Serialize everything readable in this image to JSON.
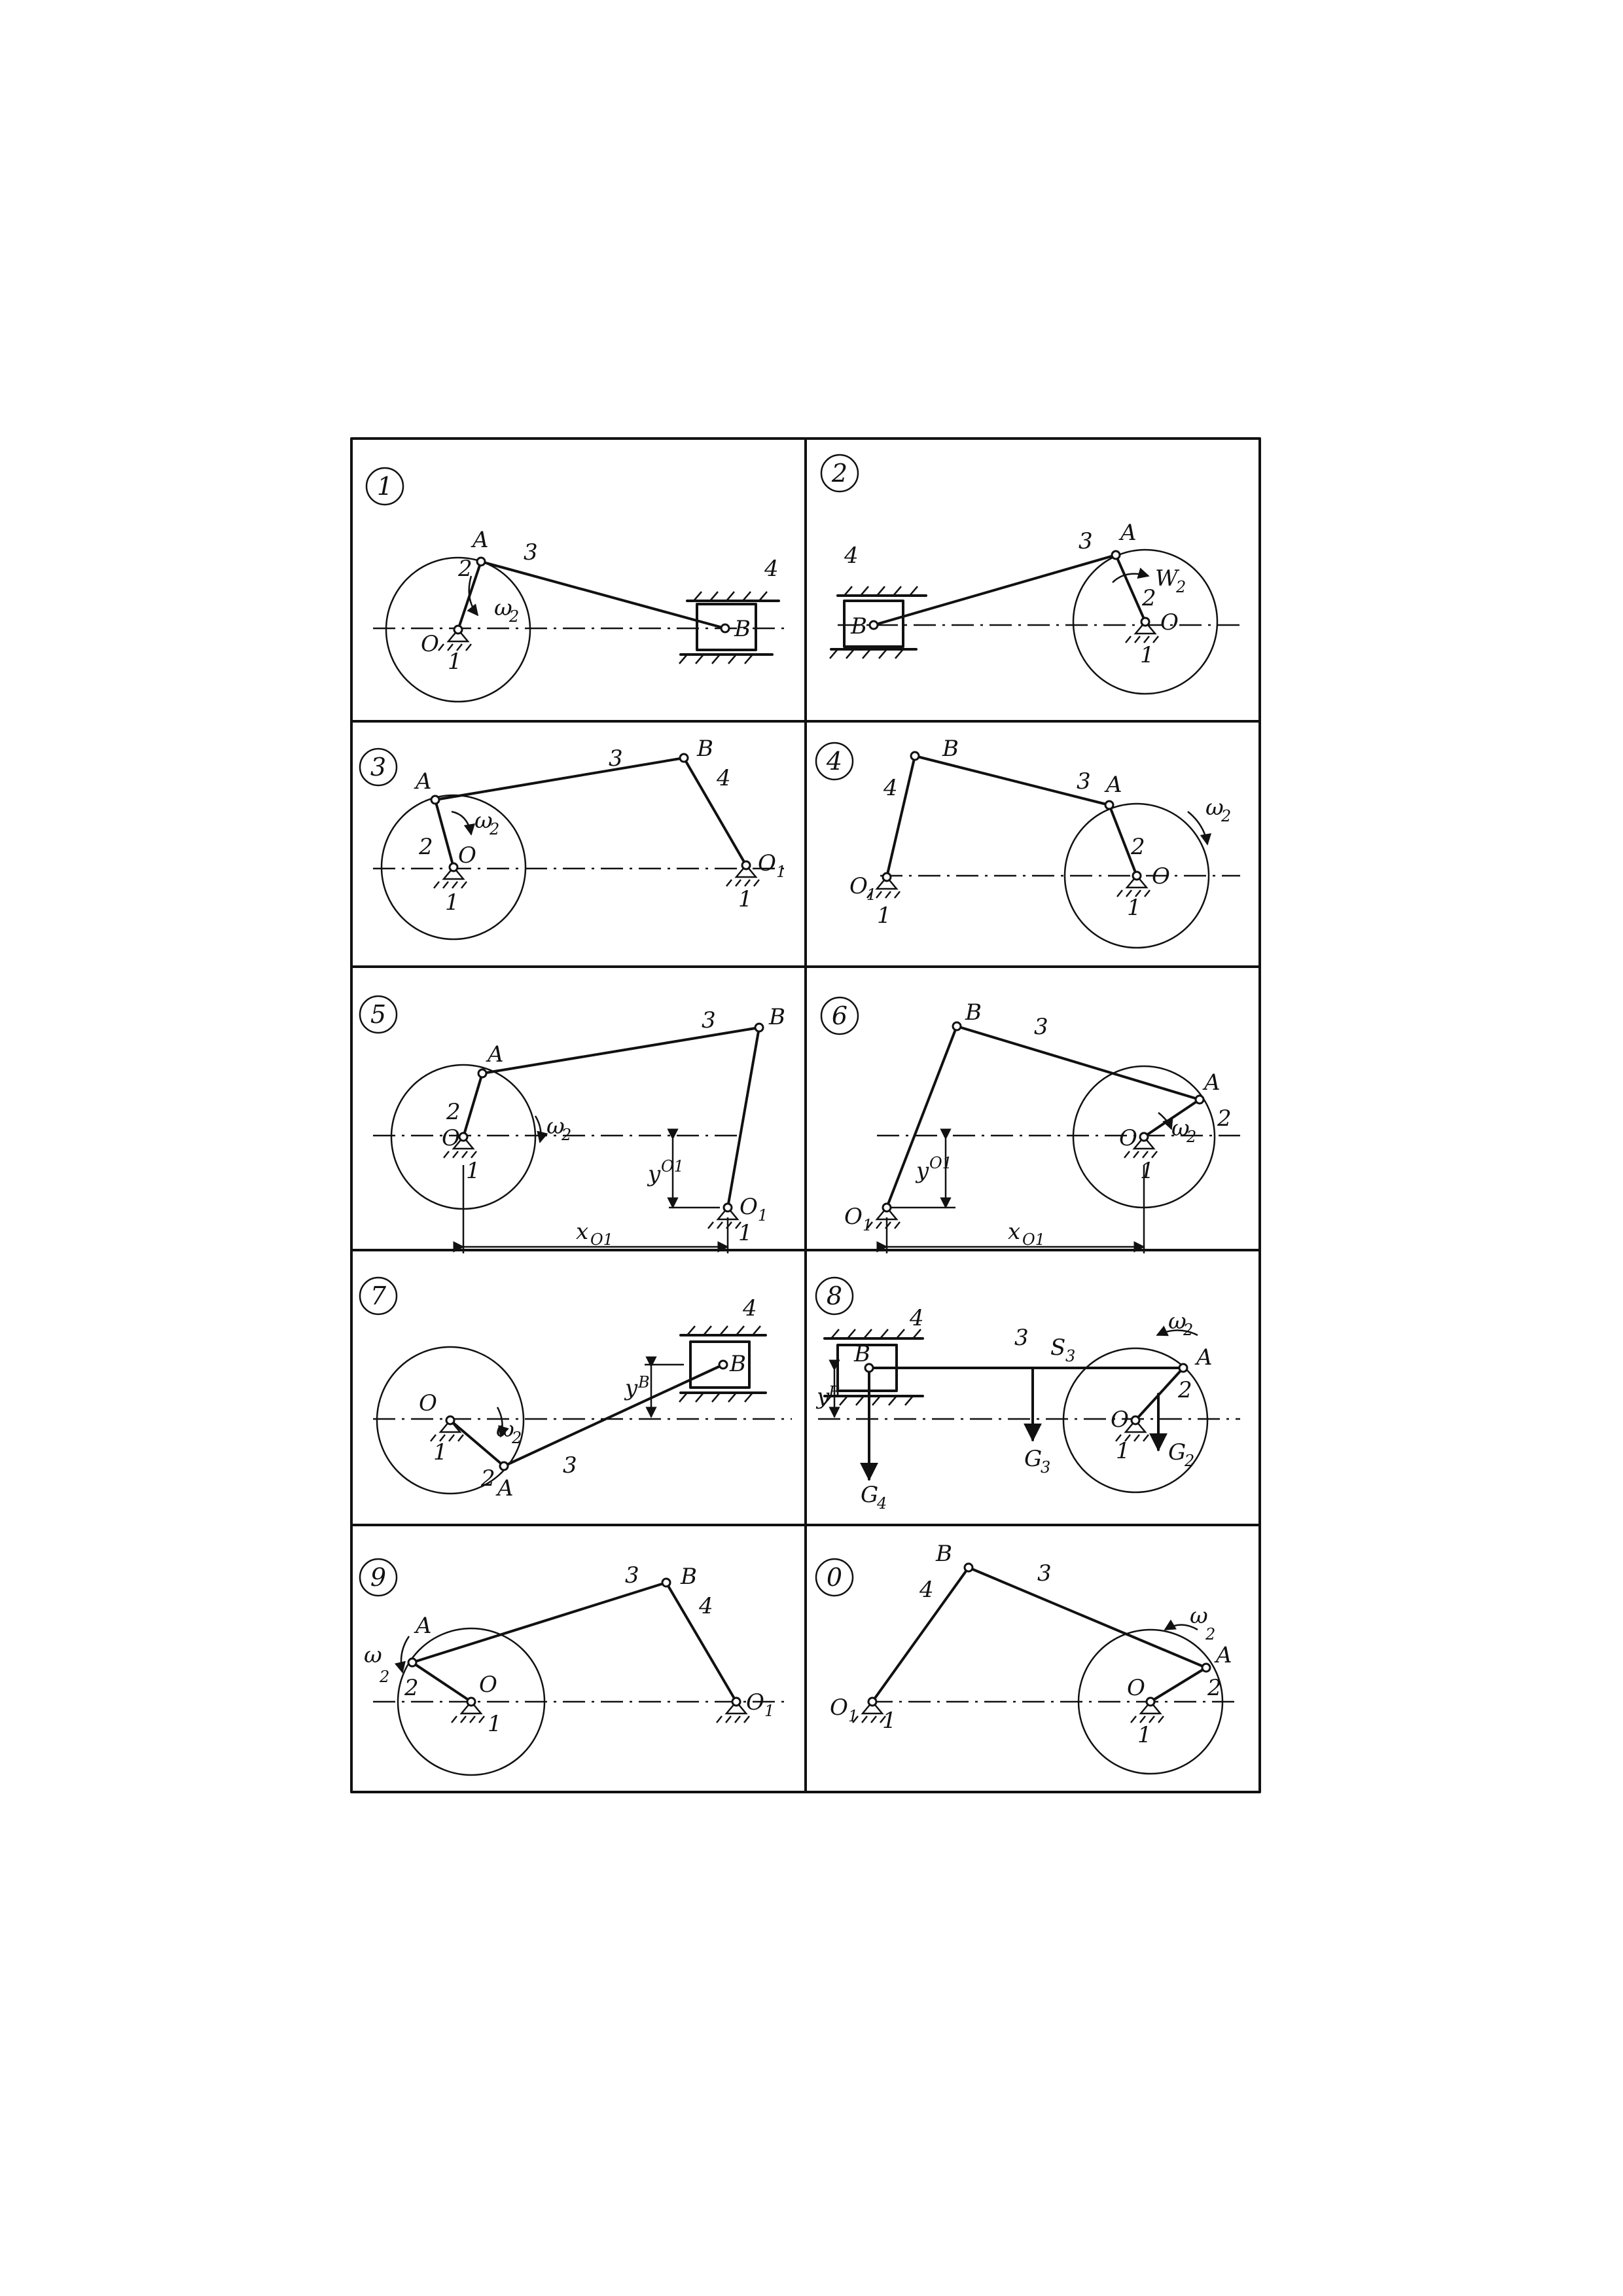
{
  "panels": [
    {
      "number": "1",
      "labels": {
        "A": "A",
        "B": "B",
        "O": "O",
        "link1": "1",
        "link2": "2",
        "link3": "3",
        "link4": "4",
        "omega": "ω",
        "omega_sub": "2"
      }
    },
    {
      "number": "2",
      "labels": {
        "A": "A",
        "B": "B",
        "O": "O",
        "link1": "1",
        "link2": "2",
        "link3": "3",
        "link4": "4",
        "omega": "W",
        "omega_sub": "2"
      }
    },
    {
      "number": "3",
      "labels": {
        "A": "A",
        "B": "B",
        "O": "O",
        "O1": "O",
        "O1_sub": "1",
        "link1a": "1",
        "link1b": "1",
        "link2": "2",
        "link3": "3",
        "link4": "4",
        "omega": "ω",
        "omega_sub": "2"
      }
    },
    {
      "number": "4",
      "labels": {
        "A": "A",
        "B": "B",
        "O": "O",
        "O1": "O",
        "O1_sub": "1",
        "link1a": "1",
        "link1b": "1",
        "link2": "2",
        "link3": "3",
        "link4": "4",
        "omega": "ω",
        "omega_sub": "2"
      }
    },
    {
      "number": "5",
      "labels": {
        "A": "A",
        "B": "B",
        "O": "O",
        "O1": "O",
        "O1_sub": "1",
        "link1a": "1",
        "link1b": "1",
        "link2": "2",
        "link3": "3",
        "omega": "ω",
        "omega_sub": "2",
        "dimx": "x",
        "dimx_sub": "O1",
        "dimy": "y",
        "dimy_sub": "O1"
      }
    },
    {
      "number": "6",
      "labels": {
        "A": "A",
        "B": "B",
        "O": "O",
        "O1": "O",
        "O1_sub": "1",
        "link1": "1",
        "link2": "2",
        "link3": "3",
        "omega": "ω",
        "omega_sub": "2",
        "dimx": "x",
        "dimx_sub": "O1",
        "dimy": "y",
        "dimy_sub": "O1"
      }
    },
    {
      "number": "7",
      "labels": {
        "A": "A",
        "B": "B",
        "O": "O",
        "link1": "1",
        "link2": "2",
        "link3": "3",
        "link4": "4",
        "omega": "ω",
        "omega_sub": "2",
        "dimy": "y",
        "dimy_sub": "B"
      }
    },
    {
      "number": "8",
      "labels": {
        "A": "A",
        "B": "B",
        "O": "O",
        "link1": "1",
        "link2": "2",
        "link3": "3",
        "link4": "4",
        "omega": "ω",
        "omega_sub": "2",
        "S3": "S",
        "S3_sub": "3",
        "G2": "G",
        "G2_sub": "2",
        "G3": "G",
        "G3_sub": "3",
        "G4": "G",
        "G4_sub": "4",
        "dimy": "y",
        "dimy_sub": "B"
      }
    },
    {
      "number": "9",
      "labels": {
        "A": "A",
        "B": "B",
        "O": "O",
        "O1": "O",
        "O1_sub": "1",
        "link1": "1",
        "link2": "2",
        "link3": "3",
        "link4": "4",
        "omega": "ω",
        "omega_sub": "2"
      }
    },
    {
      "number": "0",
      "labels": {
        "A": "A",
        "B": "B",
        "O": "O",
        "O1": "O",
        "O1_sub": "1",
        "link1a": "1",
        "link1b": "1",
        "link2": "2",
        "link3": "3",
        "link4": "4",
        "omega": "ω",
        "omega_sub": "2"
      }
    }
  ]
}
